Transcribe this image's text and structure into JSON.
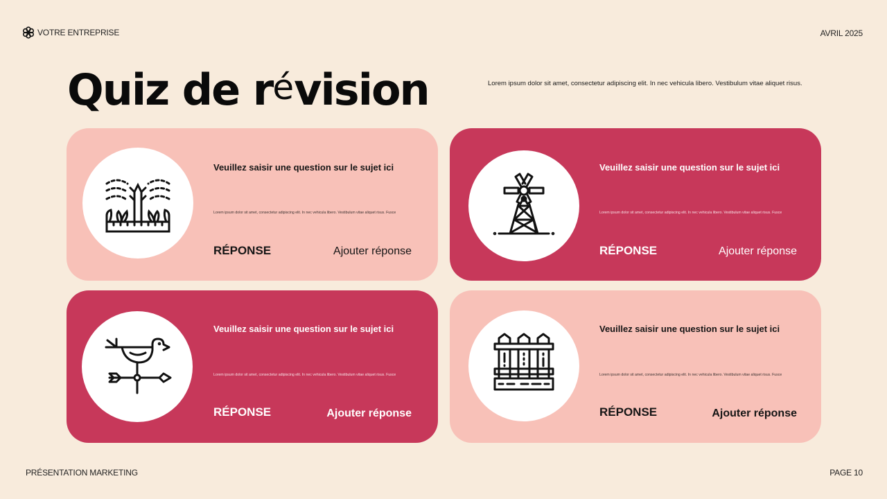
{
  "header": {
    "company": "VOTRE ENTREPRISE",
    "company_icon": "flower-logo-icon",
    "date": "AVRIL 2025"
  },
  "title": {
    "part1": "Quiz de r",
    "accent": "é",
    "part2": "vision"
  },
  "subtitle": "Lorem ipsum dolor sit amet, consectetur adipiscing elit. In nec vehicula libero. Vestibulum vitae aliquet risus.",
  "cards": [
    {
      "icon": "sprinkler-icon",
      "question": "Veuillez saisir une question sur le sujet ici",
      "description": "Lorem ipsum dolor sit amet, consectetur adipiscing elit. In nec vehicula libero. Vestibulum vitae aliquet risus. Fusce",
      "answer_label": "RÉPONSE",
      "answer_action": "Ajouter réponse",
      "theme": "light",
      "color": "#f8c1b8"
    },
    {
      "icon": "windmill-icon",
      "question": "Veuillez saisir une question sur le sujet ici",
      "description": "Lorem ipsum dolor sit amet, consectetur adipiscing elit. In nec vehicula libero. Vestibulum vitae aliquet risus. Fusce",
      "answer_label": "RÉPONSE",
      "answer_action": "Ajouter réponse",
      "theme": "dark",
      "color": "#c7385a"
    },
    {
      "icon": "weather-vane-icon",
      "question": "Veuillez saisir une question sur le sujet ici",
      "description": "Lorem ipsum dolor sit amet, consectetur adipiscing elit. In nec vehicula libero. Vestibulum vitae aliquet risus. Fusce",
      "answer_label": "RÉPONSE",
      "answer_action": "Ajouter réponse",
      "theme": "dark",
      "color": "#c7385a"
    },
    {
      "icon": "fence-icon",
      "question": "Veuillez saisir une question sur le sujet ici",
      "description": "Lorem ipsum dolor sit amet, consectetur adipiscing elit. In nec vehicula libero. Vestibulum vitae aliquet risus. Fusce",
      "answer_label": "RÉPONSE",
      "answer_action": "Ajouter réponse",
      "theme": "light",
      "color": "#f8c1b8"
    }
  ],
  "footer": {
    "left": "PRÉSENTATION MARKETING",
    "right": "PAGE 10"
  },
  "colors": {
    "background": "#f8ebdc",
    "light_card": "#f8c1b8",
    "dark_card": "#c7385a"
  }
}
